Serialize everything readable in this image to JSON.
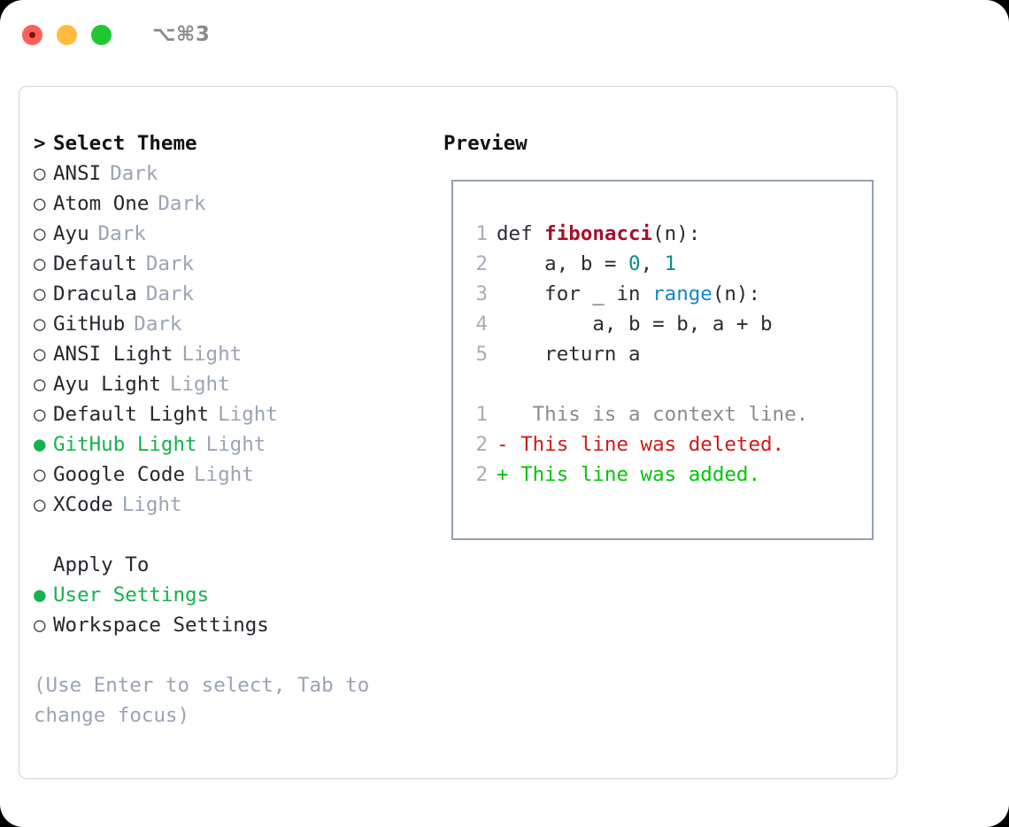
{
  "titlebar": {
    "shortcut": "⌥⌘3",
    "buttons": [
      {
        "name": "close",
        "color": "#fc6058"
      },
      {
        "name": "minimize",
        "color": "#fdbc40"
      },
      {
        "name": "zoom",
        "color": "#1dc92f"
      }
    ]
  },
  "colors": {
    "selected_green": "#16b14b",
    "muted_gray": "#9aa4b2",
    "text": "#24282e",
    "border": "#ccd3dc",
    "preview_border": "#94a0b0",
    "diff_added": "#03c403",
    "diff_deleted": "#d01919",
    "diff_context": "#8b8b8b"
  },
  "theme_list": {
    "header": "Select Theme",
    "header_marker": ">",
    "bullet_empty": "○",
    "bullet_filled": "●",
    "items": [
      {
        "label": "ANSI",
        "variant": "Dark",
        "selected": false
      },
      {
        "label": "Atom One",
        "variant": "Dark",
        "selected": false
      },
      {
        "label": "Ayu",
        "variant": "Dark",
        "selected": false
      },
      {
        "label": "Default",
        "variant": "Dark",
        "selected": false
      },
      {
        "label": "Dracula",
        "variant": "Dark",
        "selected": false
      },
      {
        "label": "GitHub",
        "variant": "Dark",
        "selected": false
      },
      {
        "label": "ANSI Light",
        "variant": "Light",
        "selected": false
      },
      {
        "label": "Ayu Light",
        "variant": "Light",
        "selected": false
      },
      {
        "label": "Default Light",
        "variant": "Light",
        "selected": false
      },
      {
        "label": "GitHub Light",
        "variant": "Light",
        "selected": true
      },
      {
        "label": "Google Code",
        "variant": "Light",
        "selected": false
      },
      {
        "label": "XCode",
        "variant": "Light",
        "selected": false
      }
    ]
  },
  "apply_to": {
    "header": "Apply To",
    "items": [
      {
        "label": "User Settings",
        "selected": true
      },
      {
        "label": "Workspace Settings",
        "selected": false
      }
    ]
  },
  "hint": "(Use Enter to select, Tab to change focus)",
  "preview": {
    "title": "Preview",
    "code_lines": [
      {
        "num": "1",
        "tokens": [
          {
            "text": "def ",
            "type": "plain"
          },
          {
            "text": "fibonacci",
            "type": "fn"
          },
          {
            "text": "(n):",
            "type": "plain"
          }
        ]
      },
      {
        "num": "2",
        "tokens": [
          {
            "text": "    a, b = ",
            "type": "plain"
          },
          {
            "text": "0",
            "type": "num"
          },
          {
            "text": ", ",
            "type": "plain"
          },
          {
            "text": "1",
            "type": "num"
          }
        ]
      },
      {
        "num": "3",
        "tokens": [
          {
            "text": "    for _ in ",
            "type": "plain"
          },
          {
            "text": "range",
            "type": "call"
          },
          {
            "text": "(n):",
            "type": "plain"
          }
        ]
      },
      {
        "num": "4",
        "tokens": [
          {
            "text": "        a, b = b, a + b",
            "type": "plain"
          }
        ]
      },
      {
        "num": "5",
        "tokens": [
          {
            "text": "    return a",
            "type": "plain"
          }
        ]
      }
    ],
    "diff_lines": [
      {
        "num": "1",
        "marker": " ",
        "text": "  This is a context line.",
        "type": "ctx"
      },
      {
        "num": "2",
        "marker": "-",
        "text": " This line was deleted.",
        "type": "del"
      },
      {
        "num": "2",
        "marker": "+",
        "text": " This line was added.",
        "type": "add"
      }
    ]
  }
}
